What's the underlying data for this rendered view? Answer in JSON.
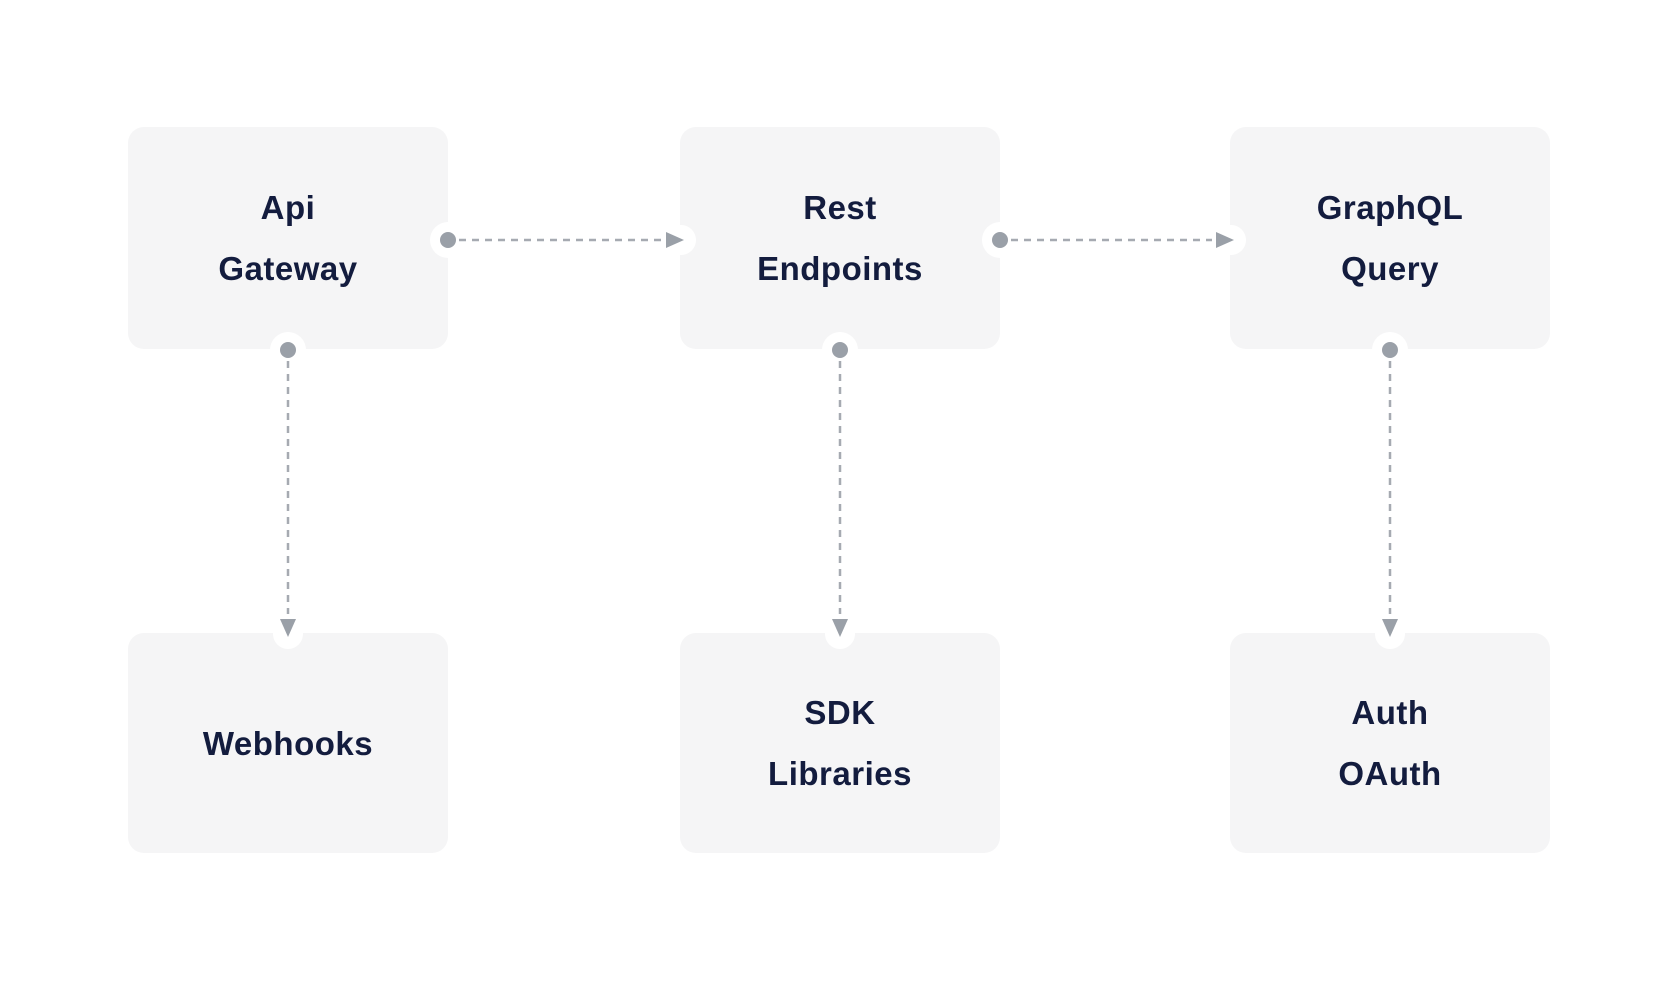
{
  "diagram": {
    "background_color": "#ffffff",
    "node_fill_color": "#f5f5f6",
    "node_text_color": "#131c3e",
    "edge_color": "#9aa0a8",
    "nodes": [
      {
        "id": "api-gateway",
        "label": "Api Gateway",
        "lines": [
          "Api",
          "Gateway"
        ]
      },
      {
        "id": "rest-endpoints",
        "label": "Rest Endpoints",
        "lines": [
          "Rest",
          "Endpoints"
        ]
      },
      {
        "id": "graphql-query",
        "label": "GraphQL Query",
        "lines": [
          "GraphQL",
          "Query"
        ]
      },
      {
        "id": "webhooks",
        "label": "Webhooks",
        "lines": [
          "Webhooks"
        ]
      },
      {
        "id": "sdk-libraries",
        "label": "SDK Libraries",
        "lines": [
          "SDK",
          "Libraries"
        ]
      },
      {
        "id": "auth-oauth",
        "label": "Auth OAuth",
        "lines": [
          "Auth",
          "OAuth"
        ]
      }
    ],
    "edges": [
      {
        "from": "api-gateway",
        "to": "rest-endpoints",
        "direction": "right",
        "style": "dashed-arrow-with-source-dot"
      },
      {
        "from": "rest-endpoints",
        "to": "graphql-query",
        "direction": "right",
        "style": "dashed-arrow-with-source-dot"
      },
      {
        "from": "api-gateway",
        "to": "webhooks",
        "direction": "down",
        "style": "dashed-arrow-with-source-dot"
      },
      {
        "from": "rest-endpoints",
        "to": "sdk-libraries",
        "direction": "down",
        "style": "dashed-arrow-with-source-dot"
      },
      {
        "from": "graphql-query",
        "to": "auth-oauth",
        "direction": "down",
        "style": "dashed-arrow-with-source-dot"
      }
    ]
  }
}
